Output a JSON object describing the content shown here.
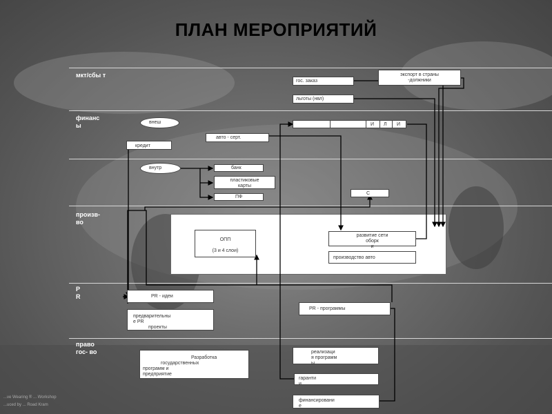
{
  "title": "ПЛАН МЕРОПРИЯТИЙ",
  "rows": [
    {
      "id": "mkt",
      "label": "мкт/сбы т"
    },
    {
      "id": "fin",
      "label": "финанс ы"
    },
    {
      "id": "prod",
      "label": "произв- во"
    },
    {
      "id": "pr",
      "label": "P R"
    },
    {
      "id": "law",
      "label": "право гос- во"
    }
  ],
  "nodes": {
    "gos_zakaz": "гос. заказ",
    "export_line1": "экспорт в страны",
    "export_line2": "-должники",
    "lgoty": "льготы (нвл)",
    "vnesh": "внеш",
    "kredit": "кредит",
    "avto_sert": "авто - серт.",
    "strip_i": "И",
    "strip_l": "Л",
    "strip_i2": "И",
    "vnutr": "внутр",
    "bank": "банк",
    "plast_line1": "пластиковые",
    "plast_line2": "карты",
    "pf": "ПФ",
    "s": "С",
    "opp_line1": "ОПП",
    "opp_line2": "(3 и 4 слои)",
    "razv_line1": "развитие сети",
    "razv_line2": "оборк",
    "razv_line3": "и",
    "proizv_avto": "производство авто",
    "pr_idei": "PR - идеи",
    "pred_line1": "предварительны",
    "pred_line2": "е      PR",
    "pred_line3": "проекты",
    "pr_progr": "PR - программы",
    "razrab_line1": "Разработка",
    "razrab_line2": "государственных",
    "razrab_line3": "программ и",
    "razrab_line4": "предприятие",
    "realiz_line1": "реализаци",
    "realiz_line2": "я программ",
    "realiz_line3": "ы",
    "garant_line1": "гаранти",
    "garant_line2": "и",
    "fin_line1": "финансировани",
    "fin_line2": "е"
  },
  "watermark": {
    "line1": "...ve Wearing ® ... Workshop",
    "line2": "...uced by ... Road Kram"
  }
}
